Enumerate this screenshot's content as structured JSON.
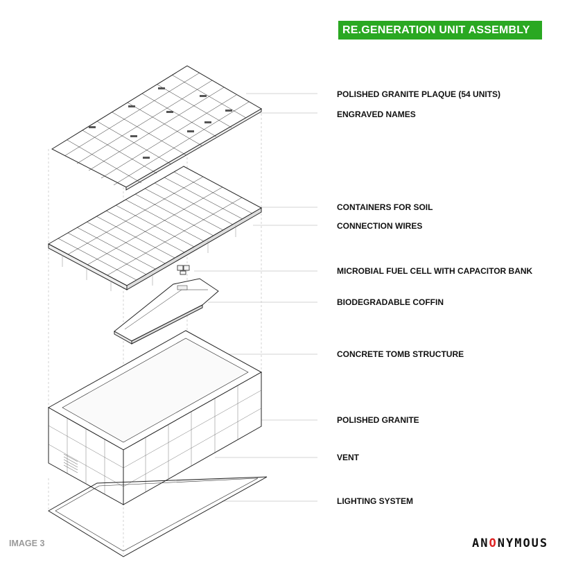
{
  "title": "RE.GENERATION UNIT ASSEMBLY",
  "colors": {
    "title_bg": "#2aa822",
    "title_text": "#ffffff",
    "line": "#222222",
    "leader": "#bdbdbd"
  },
  "labels": [
    "POLISHED GRANITE PLAQUE (54 UNITS)",
    "ENGRAVED NAMES",
    "CONTAINERS FOR SOIL",
    "CONNECTION WIRES",
    "MICROBIAL FUEL CELL WITH CAPACITOR BANK",
    "BIODEGRADABLE COFFIN",
    "CONCRETE TOMB STRUCTURE",
    "POLISHED GRANITE",
    "VENT",
    "LIGHTING SYSTEM"
  ],
  "footer": {
    "image_label": "IMAGE 3",
    "brand_pre": "AN",
    "brand_dot": "O",
    "brand_post": "NYMOUS"
  }
}
